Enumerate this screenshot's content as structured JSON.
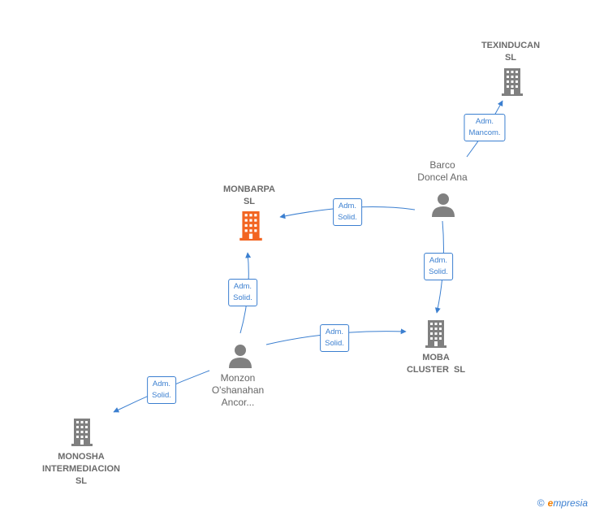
{
  "nodes": {
    "texinducan": {
      "line1": "TEXINDUCAN",
      "line2": "SL"
    },
    "monbarpa": {
      "line1": "MONBARPA",
      "line2": "SL"
    },
    "moba": {
      "line1": "MOBA",
      "line2": "CLUSTER  SL"
    },
    "monosha": {
      "line1": "MONOSHA",
      "line2": "INTERMEDIACION",
      "line3": "SL"
    },
    "barco": {
      "line1": "Barco",
      "line2": "Doncel Ana"
    },
    "monzon": {
      "line1": "Monzon",
      "line2": "O'shanahan",
      "line3": "Ancor..."
    }
  },
  "edges": {
    "barco_texinducan": {
      "line1": "Adm.",
      "line2": "Mancom."
    },
    "barco_monbarpa": {
      "line1": "Adm.",
      "line2": "Solid."
    },
    "barco_moba": {
      "line1": "Adm.",
      "line2": "Solid."
    },
    "monzon_monbarpa": {
      "line1": "Adm.",
      "line2": "Solid."
    },
    "monzon_moba": {
      "line1": "Adm.",
      "line2": "Solid."
    },
    "monzon_monosha": {
      "line1": "Adm.",
      "line2": "Solid."
    }
  },
  "colors": {
    "edge": "#3b7fd0",
    "focus_company": "#f26522",
    "company": "#808080",
    "person": "#808080"
  },
  "brand": {
    "copyright": "©",
    "first": "e",
    "rest": "mpresia"
  }
}
